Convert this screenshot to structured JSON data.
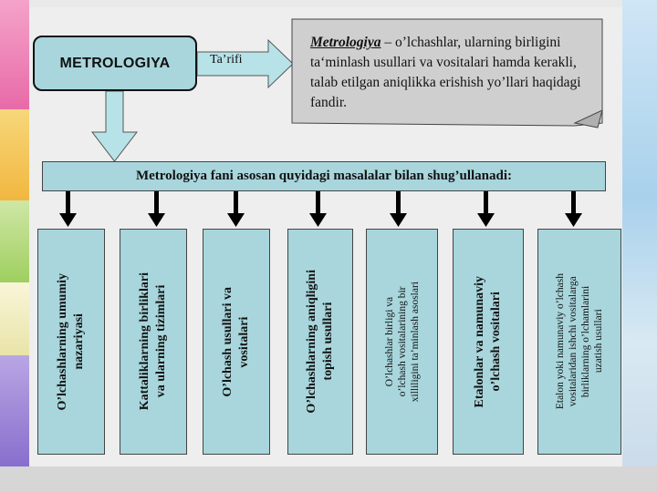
{
  "header": {
    "box_label": "METROLOGIYA",
    "arrow_label": "Ta’rifi"
  },
  "definition": {
    "term": "Metrologiya",
    "text": " – o’lchashlar, ularning birligini ta‘minlash usullari va vositalari hamda kerakli, talab etilgan aniqlikka erishish yo’llari haqidagi fandir."
  },
  "main_bar": {
    "label": "Metrologiya fani asosan quyidagi masalalar bilan shug’ullanadi:"
  },
  "columns": [
    {
      "label": "O’lchashlarning umumiy\nnazariyasi",
      "style": "bold"
    },
    {
      "label": "Kattaliklarning birliklari\nva ularning tizimlari",
      "style": "bold"
    },
    {
      "label": "O’lchash usullari va\nvositalari",
      "style": "bold"
    },
    {
      "label": "O’lchashlarning aniqligini\ntopish usullari",
      "style": "bold"
    },
    {
      "label": "O’lchashlar birligi va\no’lchash vositalarining bir\nxilliligini ta’minlash asoslari",
      "style": "small"
    },
    {
      "label": "Etalonlar va namunaviy\no’lchash vositalari",
      "style": "bold"
    },
    {
      "label": "Etalon yoki namunaviy o’lchash\nvositalaridan ishchi vositalarga\nbirliklarning o’lchamlarini\nuzatish usullari",
      "style": "small"
    }
  ],
  "colors": {
    "box_fill": "#a8d6dc",
    "note_fill": "#cfcfcf",
    "arrow_fill": "#b7e2e8",
    "connector": "#000000"
  }
}
